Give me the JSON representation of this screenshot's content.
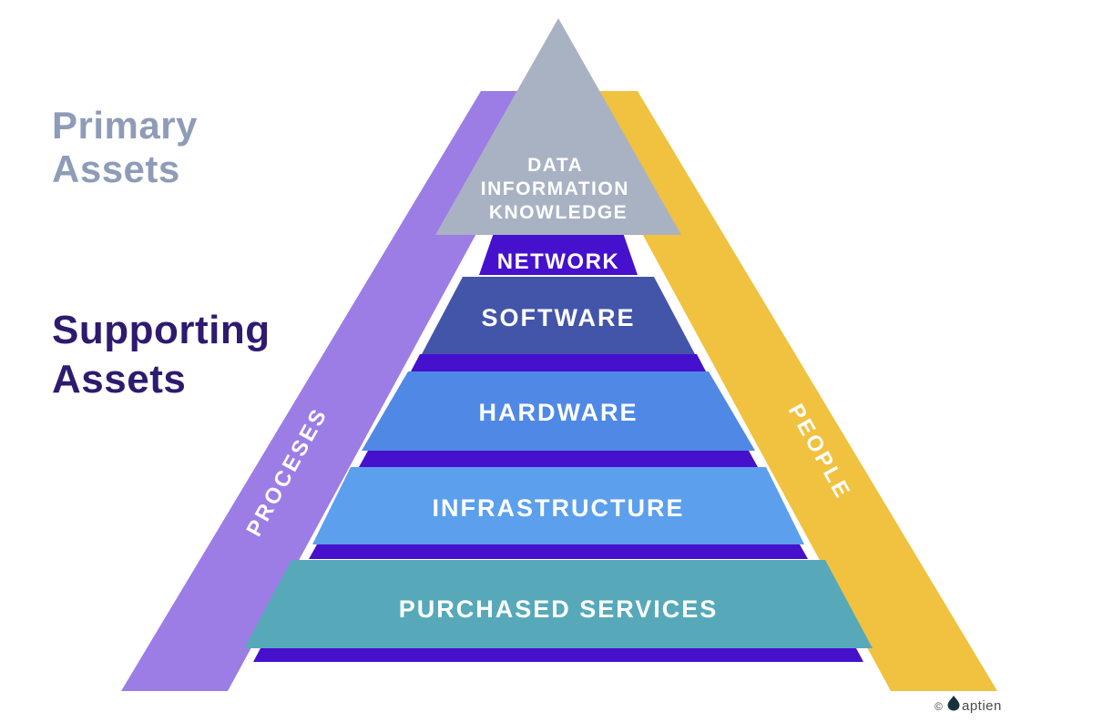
{
  "titles": {
    "primary": {
      "lines": [
        "Primary",
        "Assets"
      ],
      "color": "#8e9cb7"
    },
    "supporting": {
      "lines": [
        "Supporting",
        "Assets"
      ],
      "color": "#2e1a6e"
    }
  },
  "bands": {
    "left": {
      "label": "PROCESES",
      "color": "#9c7ce5",
      "text_color": "#ffffff"
    },
    "right": {
      "label": "PEOPLE",
      "color": "#f1c240",
      "text_color": "#ffffff"
    }
  },
  "pyramid": {
    "backing_color": "#4511cd",
    "top": {
      "lines": [
        "DATA",
        "INFORMATION",
        "KNOWLEDGE"
      ],
      "color": "#a9b2c3",
      "text_color": "#ffffff"
    },
    "layers": [
      {
        "label": "NETWORK",
        "color": "#4511cd"
      },
      {
        "label": "SOFTWARE",
        "color": "#4355a9"
      },
      {
        "label": "HARDWARE",
        "color": "#5089e5"
      },
      {
        "label": "INFRASTRUCTURE",
        "color": "#5b9fed"
      },
      {
        "label": "PURCHASED SERVICES",
        "color": "#57a9ba"
      }
    ]
  },
  "footer": {
    "copyright": "©",
    "brand": "aptien",
    "text_color": "#4a4a4a",
    "icon_color": "#16323a"
  }
}
